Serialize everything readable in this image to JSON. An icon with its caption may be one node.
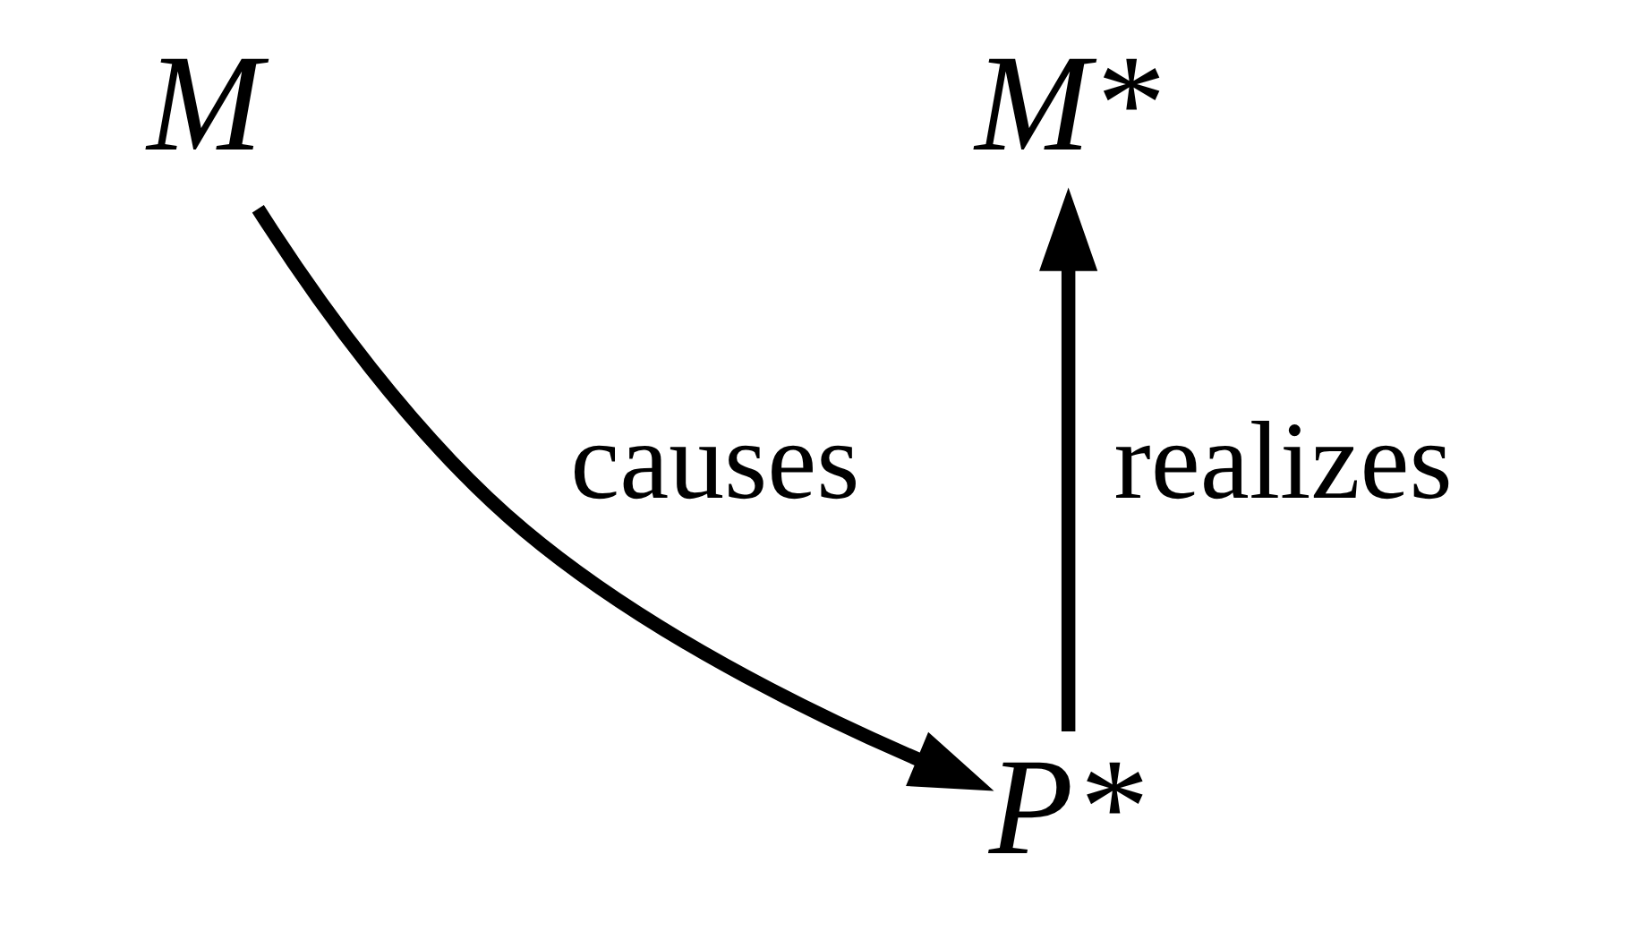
{
  "diagram": {
    "nodes": [
      {
        "text": [
          "M"
        ]
      },
      {
        "text": [
          "M*"
        ]
      },
      {
        "text": [
          "P*"
        ]
      }
    ],
    "edges": [
      {
        "from": 0,
        "to": 2,
        "arrow": "to",
        "label": "causes"
      },
      {
        "from": 2,
        "to": 1,
        "arrow": "to",
        "label": "realizes"
      }
    ]
  }
}
